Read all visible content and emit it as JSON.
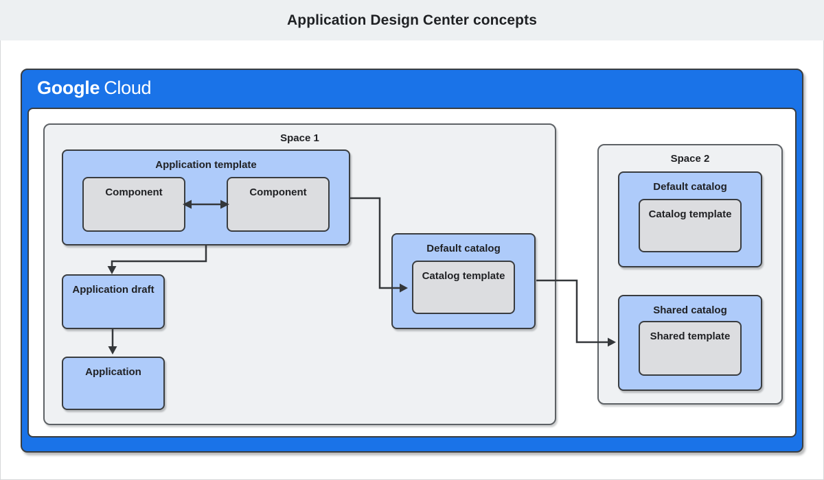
{
  "page": {
    "title": "Application Design Center concepts"
  },
  "brand": {
    "name_part1": "Google",
    "name_part2": "Cloud"
  },
  "colors": {
    "brand_blue": "#1a73e8",
    "box_light_blue": "#aecbfa",
    "box_gray": "#dcdde0",
    "space_background": "#eff1f3",
    "topbar_background": "#edf0f2",
    "border_dark": "#3a3d40",
    "text_dark": "#202124"
  },
  "diagram": {
    "space1": {
      "label": "Space 1",
      "application_template": {
        "label": "Application template",
        "components": [
          {
            "label": "Component"
          },
          {
            "label": "Component"
          }
        ]
      },
      "application_draft": {
        "label": "Application draft"
      },
      "application": {
        "label": "Application"
      },
      "default_catalog": {
        "label": "Default catalog",
        "catalog_template": {
          "label": "Catalog template"
        }
      }
    },
    "space2": {
      "label": "Space 2",
      "default_catalog": {
        "label": "Default catalog",
        "catalog_template": {
          "label": "Catalog template"
        }
      },
      "shared_catalog": {
        "label": "Shared catalog",
        "shared_template": {
          "label": "Shared template"
        }
      }
    }
  }
}
